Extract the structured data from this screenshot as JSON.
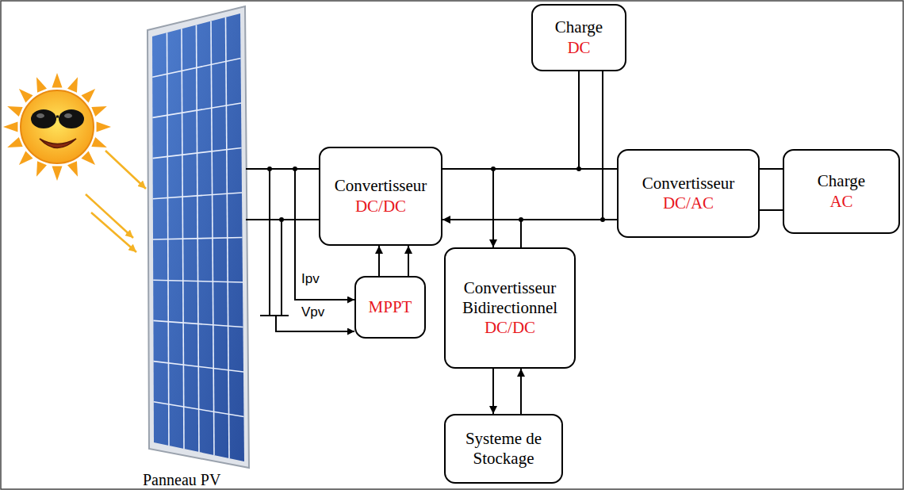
{
  "diagram": {
    "nodes": [
      {
        "text": [
          "Convertisseur",
          "DC/DC"
        ]
      },
      {
        "text": [
          "MPPT"
        ]
      },
      {
        "text": [
          "Charge",
          "DC"
        ]
      },
      {
        "text": [
          "Convertisseur",
          "DC/AC"
        ]
      },
      {
        "text": [
          "Charge",
          "AC"
        ]
      },
      {
        "text": [
          "Convertisseur Bidirectionnel",
          "DC/DC"
        ]
      },
      {
        "text": [
          "Systeme de Stockage"
        ]
      }
    ],
    "edges": [
      {
        "from": 1,
        "to": 0,
        "arrow": "to"
      },
      {
        "from": 1,
        "to": 0,
        "arrow": "to"
      },
      {
        "from": 0,
        "to": 3,
        "arrow": "none"
      },
      {
        "from": 0,
        "to": 3,
        "arrow": "none"
      },
      {
        "from": 2,
        "to": 3,
        "arrow": "none"
      },
      {
        "from": 2,
        "to": 3,
        "arrow": "none"
      },
      {
        "from": 3,
        "to": 4,
        "arrow": "none"
      },
      {
        "from": 3,
        "to": 4,
        "arrow": "none"
      },
      {
        "from": 0,
        "to": 5,
        "arrow": "to"
      },
      {
        "from": 5,
        "to": 0,
        "arrow": "to"
      },
      {
        "from": 5,
        "to": 6,
        "arrow": "to"
      },
      {
        "from": 6,
        "to": 5,
        "arrow": "to"
      }
    ],
    "labels": [
      "Panneau PV",
      "Ipv",
      "Vpv"
    ]
  }
}
